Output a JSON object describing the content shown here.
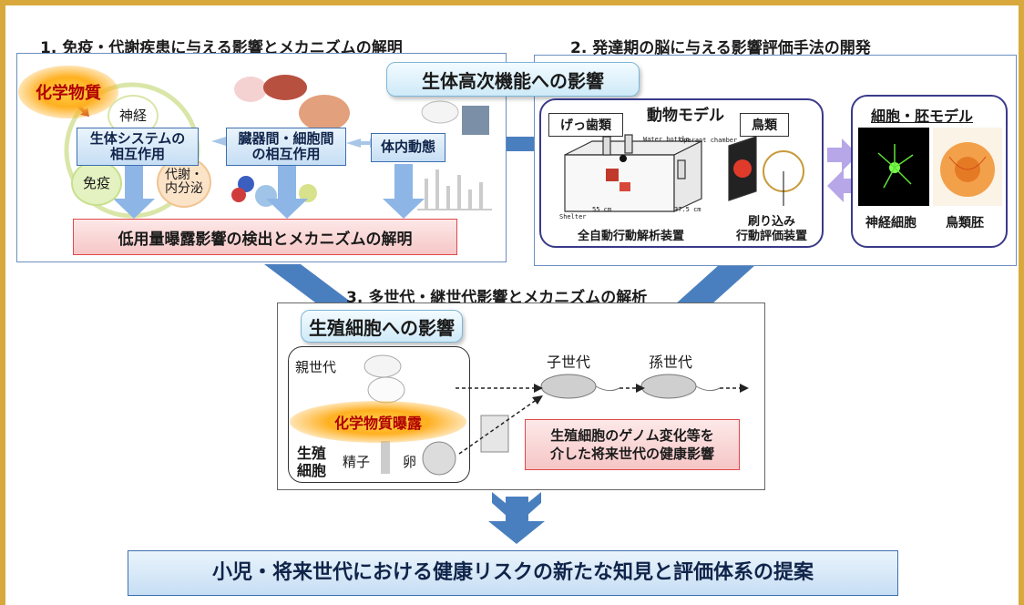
{
  "section1": {
    "title": "1. 免疫・代謝疾患に与える影響とメカニズムの解明",
    "chemical": "化学物質",
    "circle_nerve": "神経",
    "circle_immune": "免疫",
    "circle_endocrine": "代謝・\n内分泌",
    "box_biosystem": "生体システムの\n相互作用",
    "box_organ": "臓器間・細胞間\nの相互作用",
    "box_kinetics": "体内動態",
    "result": "低用量曝露影響の検出とメカニズムの解明"
  },
  "section2": {
    "title": "2. 発達期の脳に与える影響評価手法の開発",
    "banner": "生体高次機能への影響",
    "animal_model": "動物モデル",
    "rodents": "げっ歯類",
    "birds": "鳥類",
    "rodent_caption": "全自動行動解析装置",
    "bird_caption": "刷り込み\n行動評価装置",
    "cell_model": "細胞・胚モデル",
    "neuron": "神経細胞",
    "bird_embryo": "鳥類胚",
    "apparatus_labels": {
      "water": "Water bottle",
      "operant": "Operant chamber",
      "shelter": "Shelter",
      "dim1": "55 cm",
      "dim2": "37.5 cm"
    }
  },
  "section3": {
    "title": "3. 多世代・継世代影響とメカニズムの解析",
    "banner": "生殖細胞への影響",
    "parent": "親世代",
    "child": "子世代",
    "grandchild": "孫世代",
    "exposure": "化学物質曝露",
    "germ_cells": "生殖\n細胞",
    "sperm": "精子",
    "egg": "卵",
    "result": "生殖細胞のゲノム変化等を\n介した将来世代の健康影響"
  },
  "bottom": {
    "conclusion": "小児・将来世代における健康リスクの新たな知見と評価体系の提案"
  },
  "colors": {
    "frame": "#d9a83c",
    "arrow_blue": "#4a7fbf",
    "panel_border": "#4a78b0",
    "pink_border": "#e0484a",
    "chemical_red": "#b00000"
  }
}
